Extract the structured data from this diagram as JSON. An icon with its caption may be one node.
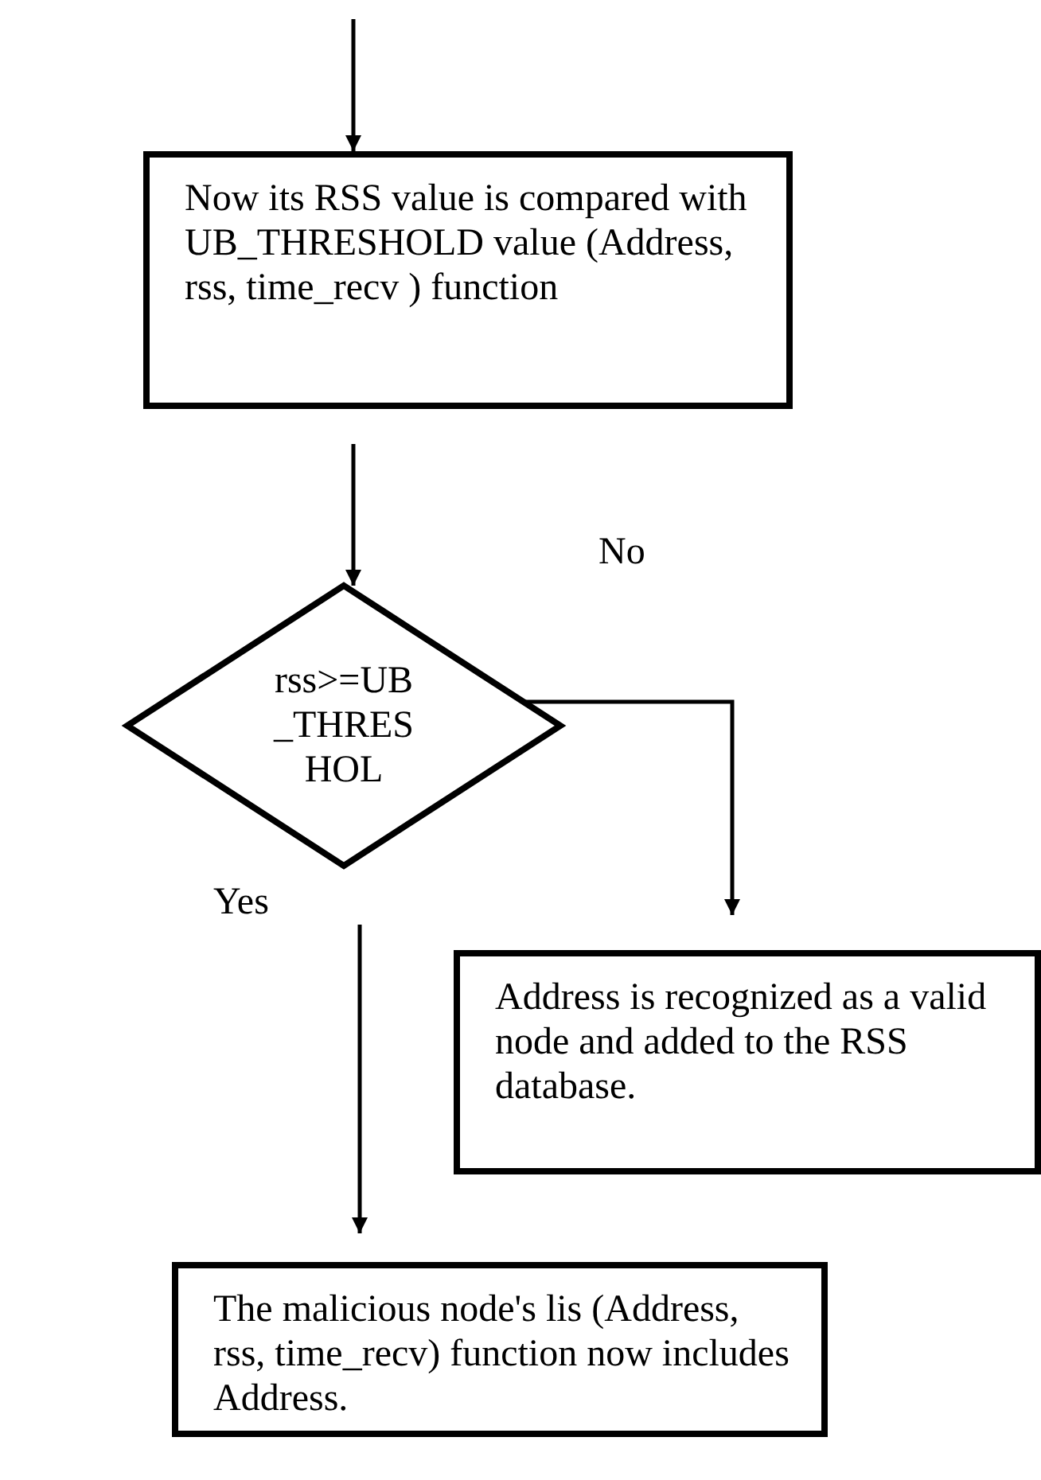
{
  "diagram": {
    "nodes": [
      {
        "text": [
          "Now its RSS value is compared with UB_THRESHOLD value (Address, rss, time_recv ) function"
        ]
      },
      {
        "text": [
          "rss>=UB_THRESHOL"
        ]
      },
      {
        "text": [
          "Address is recognized as a valid node and added to the RSS database."
        ]
      },
      {
        "text": [
          "The malicious node's lis (Address, rss, time_recv) function now includes Address."
        ]
      }
    ],
    "edges": [
      {
        "from": null,
        "to": 0,
        "arrow": "to"
      },
      {
        "from": 0,
        "to": 1,
        "arrow": "to"
      },
      {
        "from": 1,
        "to": 2,
        "arrow": "to",
        "label": "No"
      },
      {
        "from": 1,
        "to": 3,
        "arrow": "to",
        "label": "Yes"
      }
    ]
  }
}
